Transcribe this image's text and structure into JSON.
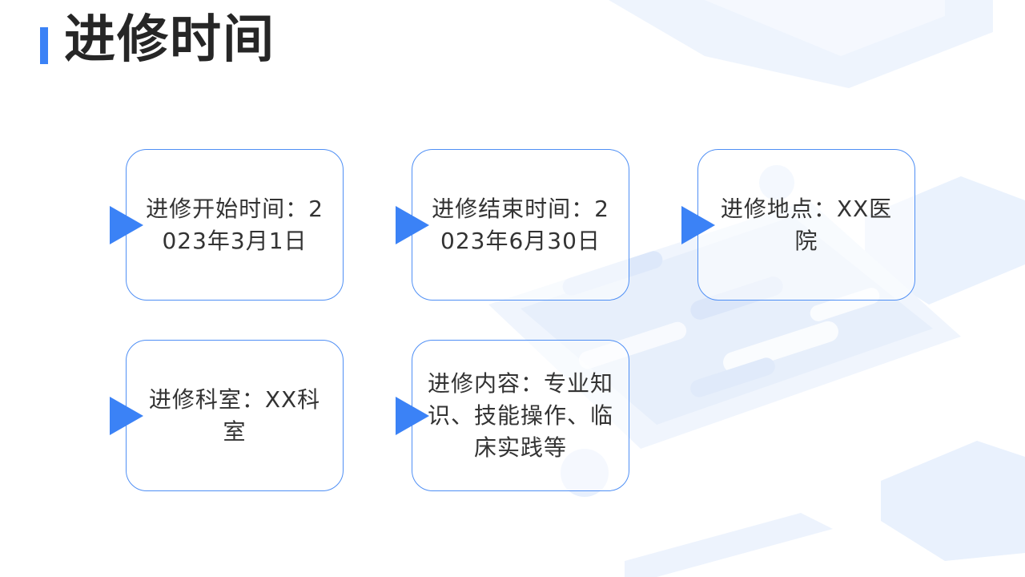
{
  "slide": {
    "title": "进修时间",
    "accent_color": "#3b82f6",
    "card_border_color": "#4f8ff5",
    "arrow_icon": "triangle-right-icon"
  },
  "cards": [
    {
      "text": "进修开始时间：2023年3月1日"
    },
    {
      "text": "进修结束时间：2023年6月30日"
    },
    {
      "text": "进修地点：XX医院"
    },
    {
      "text": "进修科室：XX科室"
    },
    {
      "text": "进修内容：专业知识、技能操作、临床实践等"
    }
  ]
}
